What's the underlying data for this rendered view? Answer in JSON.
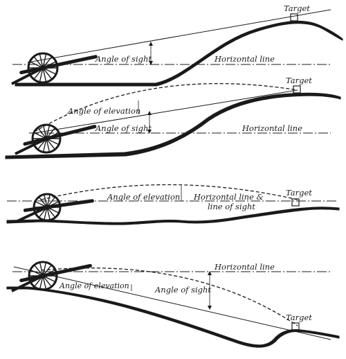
{
  "panels": [
    {
      "target_label": "Target",
      "angle_sight_label": "Angle of sight",
      "horizontal_label": "Horizontal line"
    },
    {
      "target_label": "Target",
      "angle_elevation_label": "Angle of elevation",
      "angle_sight_label": "Angle of sight",
      "horizontal_label": "Horizontal line"
    },
    {
      "target_label": "Target",
      "angle_elevation_label": "Angle of elevation",
      "horizontal_label_line1": "Horizontal line &",
      "horizontal_label_line2": "line of sight"
    },
    {
      "horizontal_label": "Horizontal line",
      "angle_elevation_label": "Angle of elevation",
      "angle_sight_label": "Angle of sight",
      "target_label": "Target"
    }
  ],
  "colors": {
    "ink": "#1a1a1a",
    "paper": "#ffffff"
  }
}
